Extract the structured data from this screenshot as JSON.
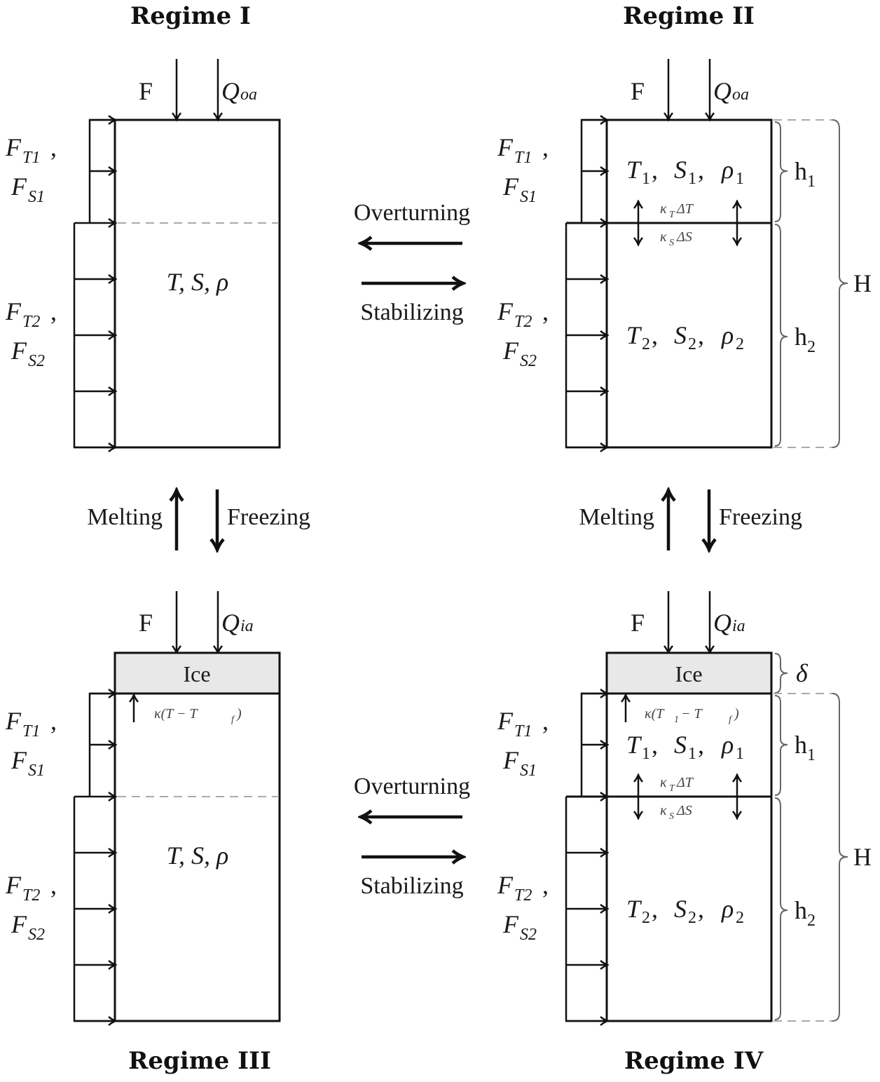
{
  "regimes": [
    {
      "title": "Regime I",
      "surface_flux_labels": {
        "freshwater": "F",
        "heat_main": "Q",
        "heat_sub": "oa"
      },
      "inflow_upper": {
        "line1_main": "F",
        "line1_sub": "T1",
        "line1_suffix": ",",
        "line2_main": "F",
        "line2_sub": "S1"
      },
      "inflow_lower": {
        "line1_main": "F",
        "line1_sub": "T2",
        "line1_suffix": ",",
        "line2_main": "F",
        "line2_sub": "S2"
      },
      "state": "T, S, ρ",
      "has_ice": false,
      "two_layer": false
    },
    {
      "title": "Regime II",
      "surface_flux_labels": {
        "freshwater": "F",
        "heat_main": "Q",
        "heat_sub": "oa"
      },
      "inflow_upper": {
        "line1_main": "F",
        "line1_sub": "T1",
        "line1_suffix": ",",
        "line2_main": "F",
        "line2_sub": "S1"
      },
      "inflow_lower": {
        "line1_main": "F",
        "line1_sub": "T2",
        "line1_suffix": ",",
        "line2_main": "F",
        "line2_sub": "S2"
      },
      "upper_state": {
        "T": "T",
        "S": "S",
        "rho": "ρ",
        "sub": "1"
      },
      "lower_state": {
        "T": "T",
        "S": "S",
        "rho": "ρ",
        "sub": "2"
      },
      "mixing": {
        "upper_main": "κ",
        "upper_sub": "T",
        "upper_suffix": "ΔT",
        "lower_main": "κ",
        "lower_sub": "S",
        "lower_suffix": "ΔS"
      },
      "braces": {
        "h1_main": "h",
        "h1_sub": "1",
        "h2_main": "h",
        "h2_sub": "2",
        "total": "H"
      },
      "has_ice": false,
      "two_layer": true
    },
    {
      "title": "Regime III",
      "surface_flux_labels": {
        "freshwater": "F",
        "heat_main": "Q",
        "heat_sub": "ia"
      },
      "inflow_upper": {
        "line1_main": "F",
        "line1_sub": "T1",
        "line1_suffix": ",",
        "line2_main": "F",
        "line2_sub": "S1"
      },
      "inflow_lower": {
        "line1_main": "F",
        "line1_sub": "T2",
        "line1_suffix": ",",
        "line2_main": "F",
        "line2_sub": "S2"
      },
      "ice_label": "Ice",
      "ice_flux": "κ(T − T",
      "ice_flux_sub": "f",
      "ice_flux_close": ")",
      "state": "T, S, ρ",
      "has_ice": true,
      "two_layer": false
    },
    {
      "title": "Regime IV",
      "surface_flux_labels": {
        "freshwater": "F",
        "heat_main": "Q",
        "heat_sub": "ia"
      },
      "inflow_upper": {
        "line1_main": "F",
        "line1_sub": "T1",
        "line1_suffix": ",",
        "line2_main": "F",
        "line2_sub": "S1"
      },
      "inflow_lower": {
        "line1_main": "F",
        "line1_sub": "T2",
        "line1_suffix": ",",
        "line2_main": "F",
        "line2_sub": "S2"
      },
      "ice_label": "Ice",
      "ice_flux": "κ(T",
      "ice_flux_t_sub": "1",
      "ice_flux_mid": " − T",
      "ice_flux_sub": "f",
      "ice_flux_close": ")",
      "upper_state": {
        "T": "T",
        "S": "S",
        "rho": "ρ",
        "sub": "1"
      },
      "lower_state": {
        "T": "T",
        "S": "S",
        "rho": "ρ",
        "sub": "2"
      },
      "mixing": {
        "upper_main": "κ",
        "upper_sub": "T",
        "upper_suffix": "ΔT",
        "lower_main": "κ",
        "lower_sub": "S",
        "lower_suffix": "ΔS"
      },
      "braces": {
        "delta": "δ",
        "h1_main": "h",
        "h1_sub": "1",
        "h2_main": "h",
        "h2_sub": "2",
        "total": "H"
      },
      "has_ice": true,
      "two_layer": true
    }
  ],
  "transitions": {
    "horizontal_top": {
      "left_label": "Overturning",
      "right_label": "Stabilizing"
    },
    "horizontal_bottom": {
      "left_label": "Overturning",
      "right_label": "Stabilizing"
    },
    "vertical_left": {
      "up_label": "Melting",
      "down_label": "Freezing"
    },
    "vertical_right": {
      "up_label": "Melting",
      "down_label": "Freezing"
    }
  }
}
